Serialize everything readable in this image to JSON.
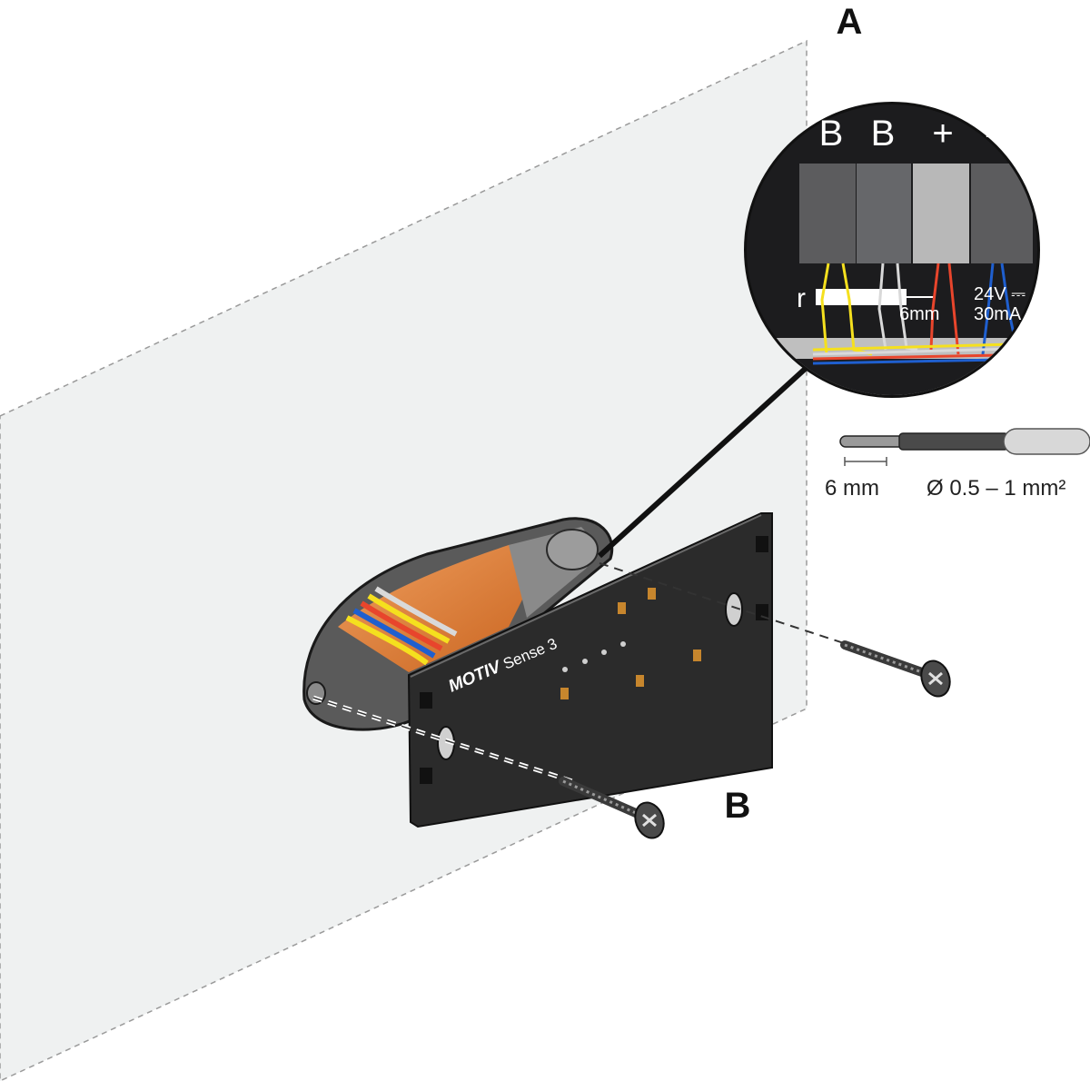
{
  "callouts": {
    "a": "A",
    "b": "B"
  },
  "terminal": {
    "labels": [
      "B",
      "B",
      "+",
      "–"
    ],
    "strip_letter": "r",
    "strip_length": "6mm",
    "voltage": "24V ⎓",
    "current": "30mA"
  },
  "wire_spec": {
    "strip": "6 mm",
    "diameter": "Ø 0.5 – 1 mm²"
  },
  "device": {
    "brand": "MOTIV",
    "model": "Sense 3"
  },
  "colors": {
    "wall": "#eff1f1",
    "plate": "#2b2b2b",
    "lens": "#1c1c1e",
    "wire_yellow": "#f5e01e",
    "wire_white": "#d9d9d9",
    "wire_red": "#e8452c",
    "wire_blue": "#1f5fcf",
    "box_orange": "#e07a2b"
  },
  "icons": [
    "screw-icon",
    "mounting-plate",
    "wall-box",
    "terminal-block",
    "stripped-wire-icon"
  ]
}
